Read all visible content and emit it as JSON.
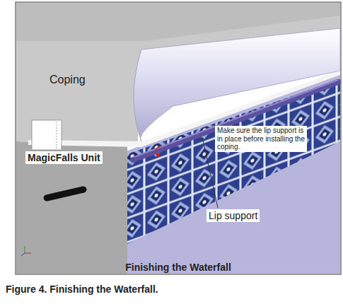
{
  "diagram": {
    "title": "Finishing the Waterfall",
    "caption": "Figure 4. Finishing the Waterfall.",
    "labels": [
      "Coping",
      "MagicFalls Unit",
      "Make sure the lip support is in place before installing the coping.",
      "Lip support"
    ]
  }
}
